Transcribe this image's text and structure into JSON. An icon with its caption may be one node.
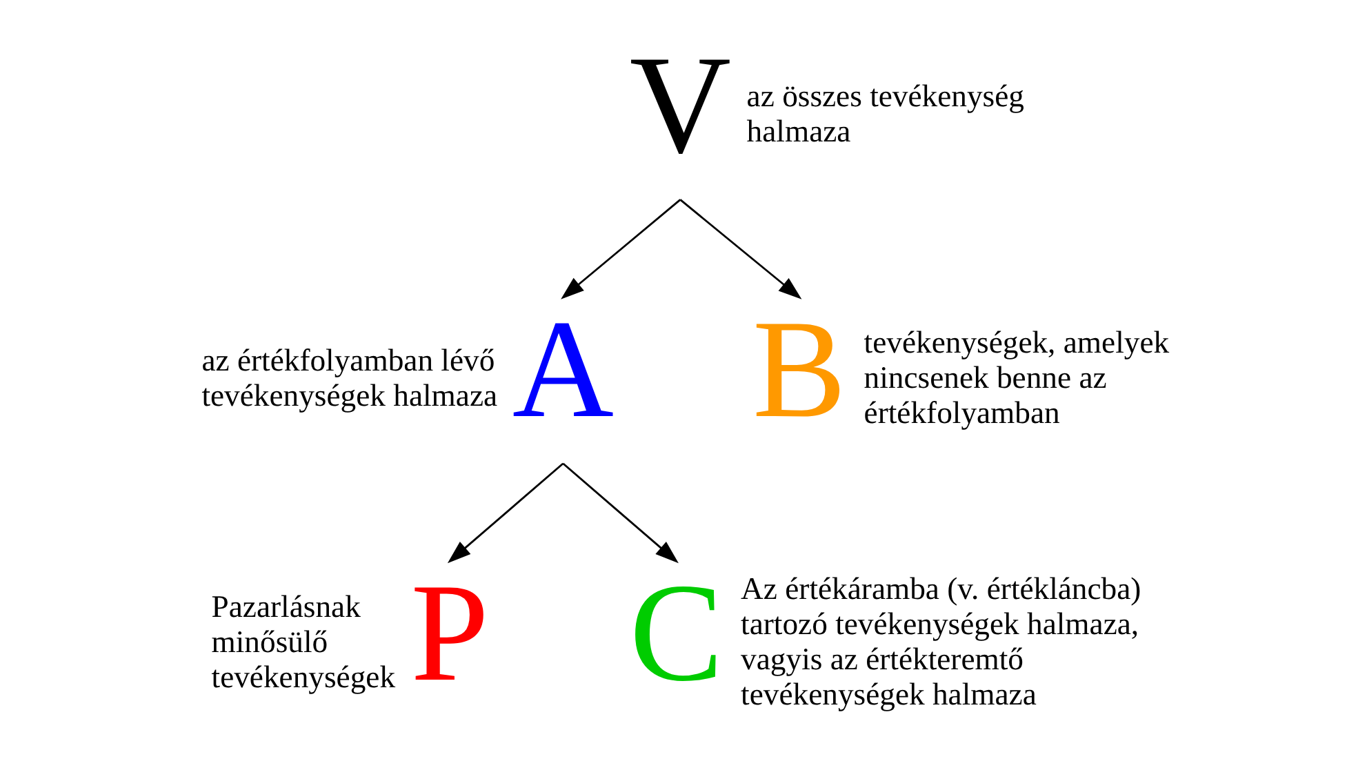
{
  "diagram": {
    "nodes": [
      {
        "text": [
          "V"
        ],
        "beside": [
          "az összes tevékenység halmaza"
        ]
      },
      {
        "text": [
          "A"
        ],
        "beside": [
          "az értékfolyamban lévő tevékenységek halmaza"
        ]
      },
      {
        "text": [
          "B"
        ],
        "beside": [
          "tevékenységek, amelyek nincsenek benne az értékfolyamban"
        ]
      },
      {
        "text": [
          "P"
        ],
        "beside": [
          "Pazarlásnak minősülő tevékenységek"
        ]
      },
      {
        "text": [
          "C"
        ],
        "beside": [
          "Az értékáramba (v. értékláncba) tartozó tevékenységek halmaza, vagyis az értékteremtő tevékenységek halmaza"
        ]
      }
    ],
    "edges": [
      {
        "from": 0,
        "to": 1,
        "arrow": "to"
      },
      {
        "from": 0,
        "to": 2,
        "arrow": "to"
      },
      {
        "from": 1,
        "to": 3,
        "arrow": "to"
      },
      {
        "from": 1,
        "to": 4,
        "arrow": "to"
      }
    ]
  }
}
